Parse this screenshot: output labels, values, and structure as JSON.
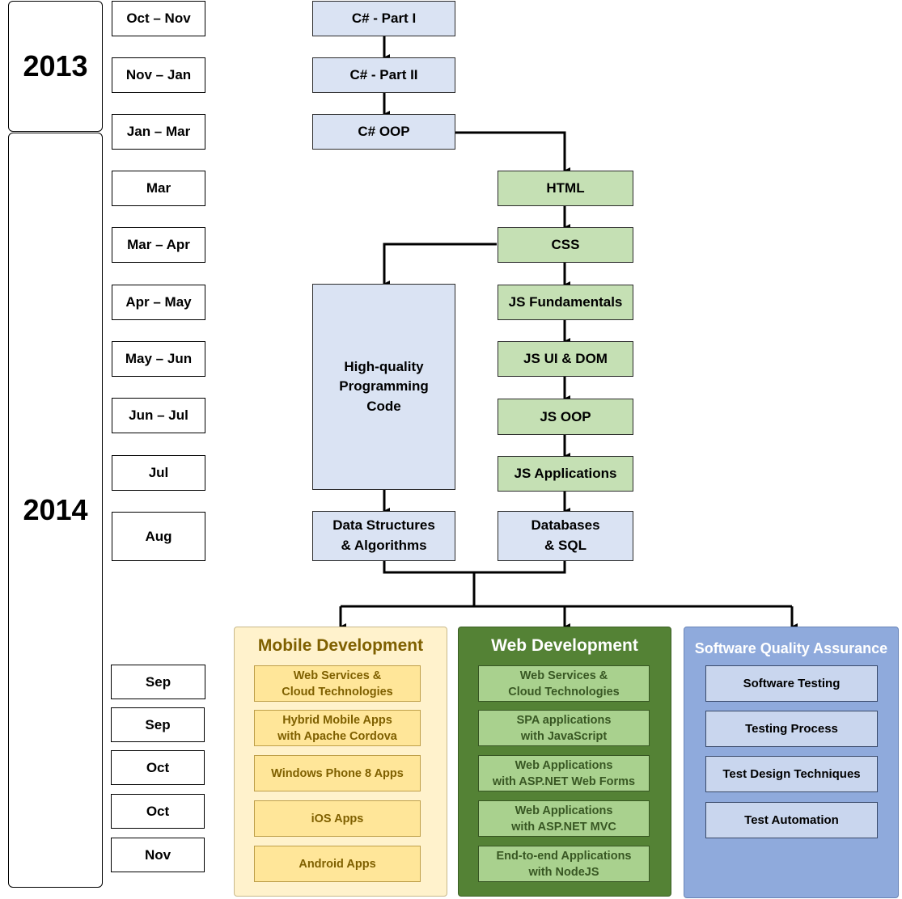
{
  "years": {
    "y2013": "2013",
    "y2014": "2014"
  },
  "periods": [
    "Oct – Nov",
    "Nov – Jan",
    "Jan – Mar",
    "Mar",
    "Mar – Apr",
    "Apr – May",
    "May – Jun",
    "Jun – Jul",
    "Jul",
    "Aug",
    "Sep",
    "Sep",
    "Oct",
    "Oct",
    "Nov"
  ],
  "csharp": {
    "part1": "C# - Part I",
    "part2": "C# - Part II",
    "oop": "C# OOP"
  },
  "web_track": {
    "html": "HTML",
    "css": "CSS",
    "js_fund": "JS Fundamentals",
    "js_ui": "JS UI & DOM",
    "js_oop": "JS OOP",
    "js_apps": "JS Applications",
    "db_line1": "Databases",
    "db_line2": "& SQL"
  },
  "hqc": {
    "line1": "High-quality",
    "line2": "Programming",
    "line3": "Code"
  },
  "dsa": {
    "line1": "Data Structures",
    "line2": "& Algorithms"
  },
  "mobile": {
    "title": "Mobile Development",
    "items": [
      {
        "line1": "Web Services &",
        "line2": "Cloud Technologies"
      },
      {
        "line1": "Hybrid Mobile Apps",
        "line2": "with Apache Cordova"
      },
      {
        "line1": "Windows Phone 8 Apps",
        "line2": ""
      },
      {
        "line1": "iOS Apps",
        "line2": ""
      },
      {
        "line1": "Android Apps",
        "line2": ""
      }
    ]
  },
  "web": {
    "title": "Web Development",
    "items": [
      {
        "line1": "Web Services &",
        "line2": "Cloud Technologies"
      },
      {
        "line1": "SPA applications",
        "line2": "with JavaScript"
      },
      {
        "line1": "Web Applications",
        "line2": "with ASP.NET Web Forms"
      },
      {
        "line1": "Web Applications",
        "line2": "with ASP.NET MVC"
      },
      {
        "line1": "End-to-end Applications",
        "line2": "with NodeJS"
      }
    ]
  },
  "qa": {
    "title": "Software Quality Assurance",
    "items": [
      "Software Testing",
      "Testing Process",
      "Test Design Techniques",
      "Test Automation"
    ]
  },
  "colors": {
    "blue_box": "#dae3f3",
    "green_box": "#c5e0b4",
    "mobile_panel": "#fff2cc",
    "mobile_item": "#ffe699",
    "mobile_text": "#7f6000",
    "web_panel": "#548235",
    "web_item": "#a9d18e",
    "qa_panel": "#8faadc",
    "qa_item": "#c9d6ee"
  }
}
